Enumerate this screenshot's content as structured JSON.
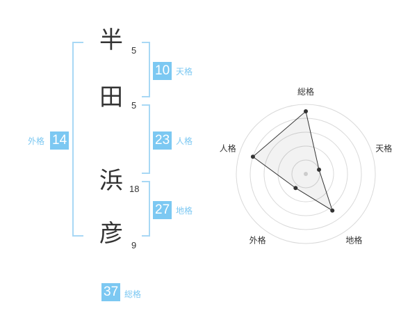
{
  "name": {
    "chars": [
      {
        "char": "半",
        "strokes": "5"
      },
      {
        "char": "田",
        "strokes": "5"
      },
      {
        "char": "浜",
        "strokes": "18"
      },
      {
        "char": "彦",
        "strokes": "9"
      }
    ]
  },
  "scores": {
    "tenkaku": {
      "value": "10",
      "label": "天格"
    },
    "jinkaku": {
      "value": "23",
      "label": "人格"
    },
    "chikaku": {
      "value": "27",
      "label": "地格"
    },
    "gaikaku": {
      "value": "14",
      "label": "外格"
    },
    "soukaku": {
      "value": "37",
      "label": "総格"
    }
  },
  "colors": {
    "accent": "#7cc8f2",
    "bracket": "#a8d8f5",
    "text": "#333333"
  },
  "chart_data": {
    "type": "radar",
    "axes": [
      "総格",
      "天格",
      "地格",
      "外格",
      "人格"
    ],
    "values": [
      0.9,
      0.2,
      0.65,
      0.25,
      0.8
    ],
    "max": 1,
    "rings": 5
  }
}
